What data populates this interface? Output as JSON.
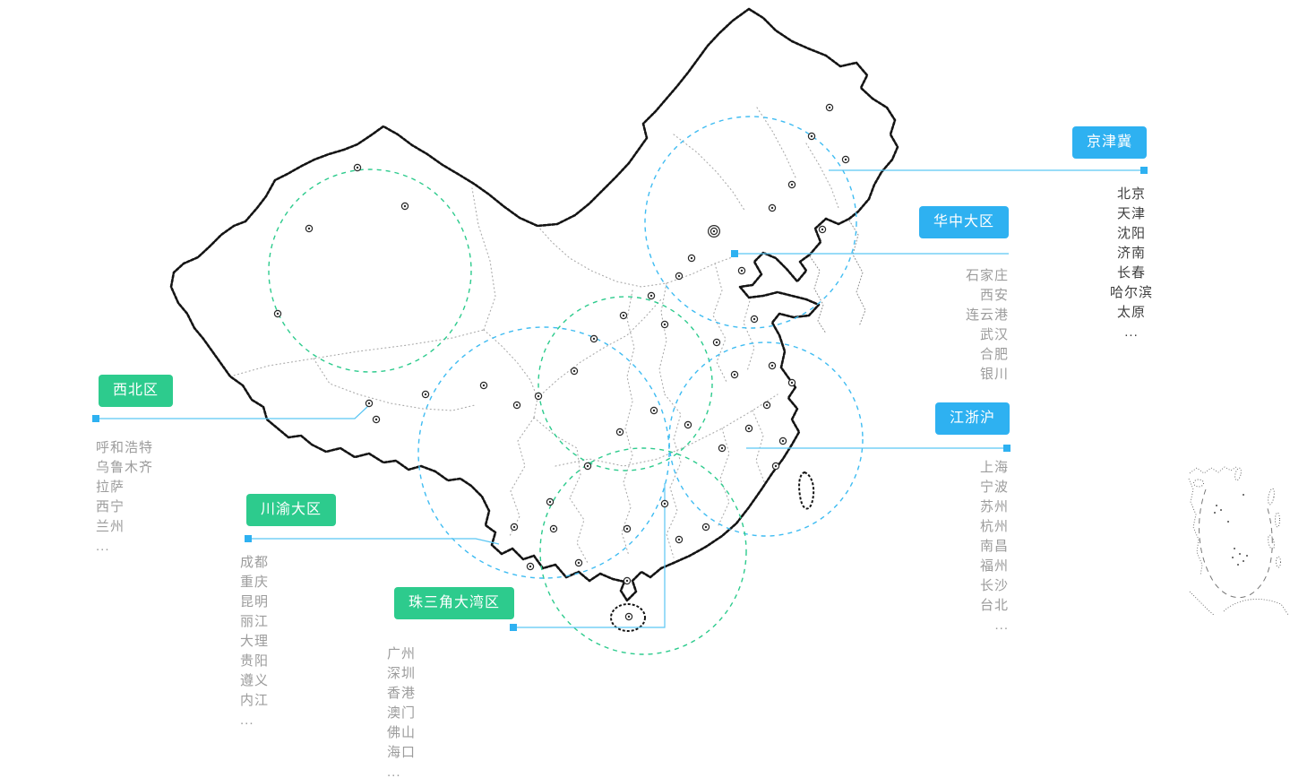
{
  "colors": {
    "blue_label": "#2EB1F1",
    "green_label": "#2DCB8D",
    "connector": "#5BC6F3",
    "circle_blue": "#3FBCF2",
    "circle_green": "#2DCB8D",
    "city_text": "#9C9C9C",
    "city_text_dark": "#3F3F3F",
    "map_outline": "#141414"
  },
  "regions": [
    {
      "id": "jingjinji",
      "label": "京津冀",
      "style": "blue",
      "cities": [
        "北京",
        "天津",
        "沈阳",
        "济南",
        "长春",
        "哈尔滨",
        "太原"
      ],
      "more": "..."
    },
    {
      "id": "huazhong",
      "label": "华中大区",
      "style": "blue",
      "cities": [
        "石家庄",
        "西安",
        "连云港",
        "武汉",
        "合肥",
        "银川"
      ],
      "more": ""
    },
    {
      "id": "jiangzhehu",
      "label": "江浙沪",
      "style": "blue",
      "cities": [
        "上海",
        "宁波",
        "苏州",
        "杭州",
        "南昌",
        "福州",
        "长沙",
        "台北"
      ],
      "more": "..."
    },
    {
      "id": "xibei",
      "label": "西北区",
      "style": "green",
      "cities": [
        "呼和浩特",
        "乌鲁木齐",
        "拉萨",
        "西宁",
        "兰州"
      ],
      "more": "..."
    },
    {
      "id": "chuanyu",
      "label": "川渝大区",
      "style": "green",
      "cities": [
        "成都",
        "重庆",
        "昆明",
        "丽江",
        "大理",
        "贵阳",
        "遵义",
        "内江"
      ],
      "more": "..."
    },
    {
      "id": "zhusanjiao",
      "label": "珠三角大湾区",
      "style": "green",
      "cities": [
        "广州",
        "深圳",
        "香港",
        "澳门",
        "佛山",
        "海口"
      ],
      "more": "..."
    }
  ]
}
